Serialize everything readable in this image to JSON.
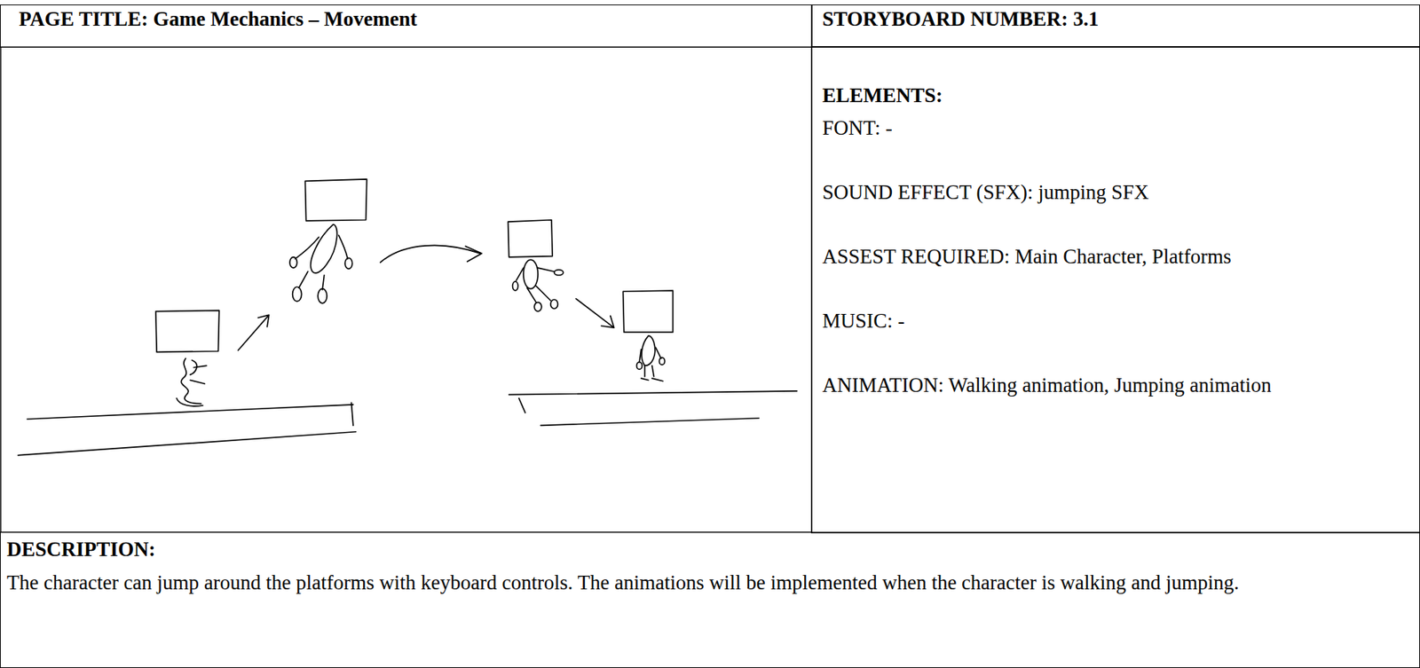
{
  "diagram": {
    "nodes": [
      {
        "text": [
          "PAGE TITLE: Game Mechanics – Movement"
        ]
      },
      {
        "text": [
          "STORYBOARD NUMBER: 3.1"
        ]
      },
      {
        "text": [
          "ELEMENTS:",
          "FONT: -",
          "SOUND EFFECT (SFX): jumping SFX",
          "ASSEST REQUIRED: Main Character, Platforms",
          "MUSIC: -",
          "ANIMATION: Walking animation, Jumping animation"
        ]
      },
      {
        "text": [
          "DESCRIPTION:",
          "The character can jump around the platforms with keyboard controls. The animations will be implemented when the character is walking and jumping."
        ]
      }
    ]
  }
}
